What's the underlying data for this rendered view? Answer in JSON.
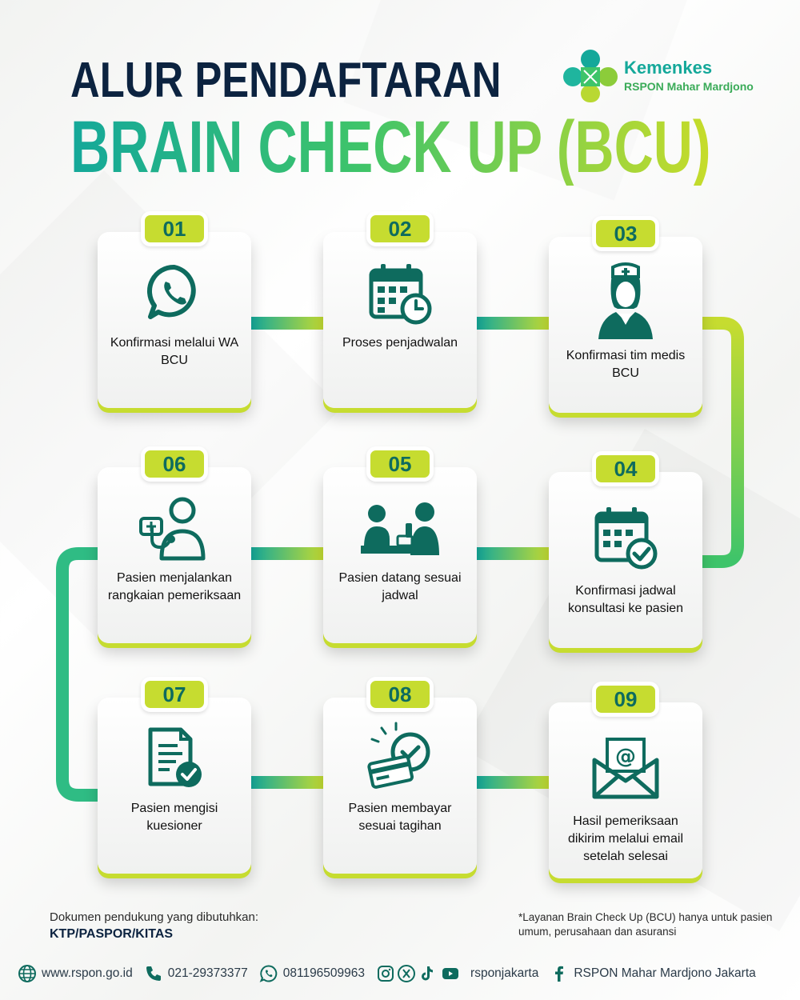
{
  "header": {
    "title_line1": "ALUR PENDAFTARAN",
    "title_line2": "BRAIN CHECK UP (BCU)"
  },
  "logo": {
    "line1": "Kemenkes",
    "line2": "RSPON Mahar Mardjono",
    "icon": "kemenkes-logo-icon"
  },
  "colors": {
    "navy": "#0c2340",
    "teal": "#14a89a",
    "green": "#3ec46a",
    "lime": "#c6dc30",
    "icon_dark": "#0e6b5e"
  },
  "steps": [
    {
      "number": "01",
      "label": "Konfirmasi melalui WA BCU",
      "icon": "whatsapp-icon"
    },
    {
      "number": "02",
      "label": "Proses penjadwalan",
      "icon": "calendar-clock-icon"
    },
    {
      "number": "03",
      "label": "Konfirmasi tim medis BCU",
      "icon": "nurse-icon"
    },
    {
      "number": "04",
      "label": "Konfirmasi jadwal konsultasi ke pasien",
      "icon": "calendar-check-icon"
    },
    {
      "number": "05",
      "label": "Pasien datang sesuai jadwal",
      "icon": "reception-desk-icon"
    },
    {
      "number": "06",
      "label": "Pasien menjalankan rangkaian pemeriksaan",
      "icon": "doctor-stethoscope-icon"
    },
    {
      "number": "07",
      "label": "Pasien mengisi kuesioner",
      "icon": "document-check-icon"
    },
    {
      "number": "08",
      "label": "Pasien membayar sesuai tagihan",
      "icon": "payment-card-icon"
    },
    {
      "number": "09",
      "label": "Hasil pemeriksaan dikirim melalui email setelah selesai",
      "icon": "email-envelope-icon"
    }
  ],
  "notes": {
    "documents_label": "Dokumen pendukung yang dibutuhkan:",
    "documents_value": "KTP/PASPOR/KITAS",
    "disclaimer": "*Layanan Brain Check Up (BCU) hanya untuk pasien umum, perusahaan dan asuransi"
  },
  "footer": {
    "website": "www.rspon.go.id",
    "phone": "021-29373377",
    "whatsapp": "081196509963",
    "social_handle": "rsponjakarta",
    "facebook": "RSPON Mahar Mardjono Jakarta"
  }
}
